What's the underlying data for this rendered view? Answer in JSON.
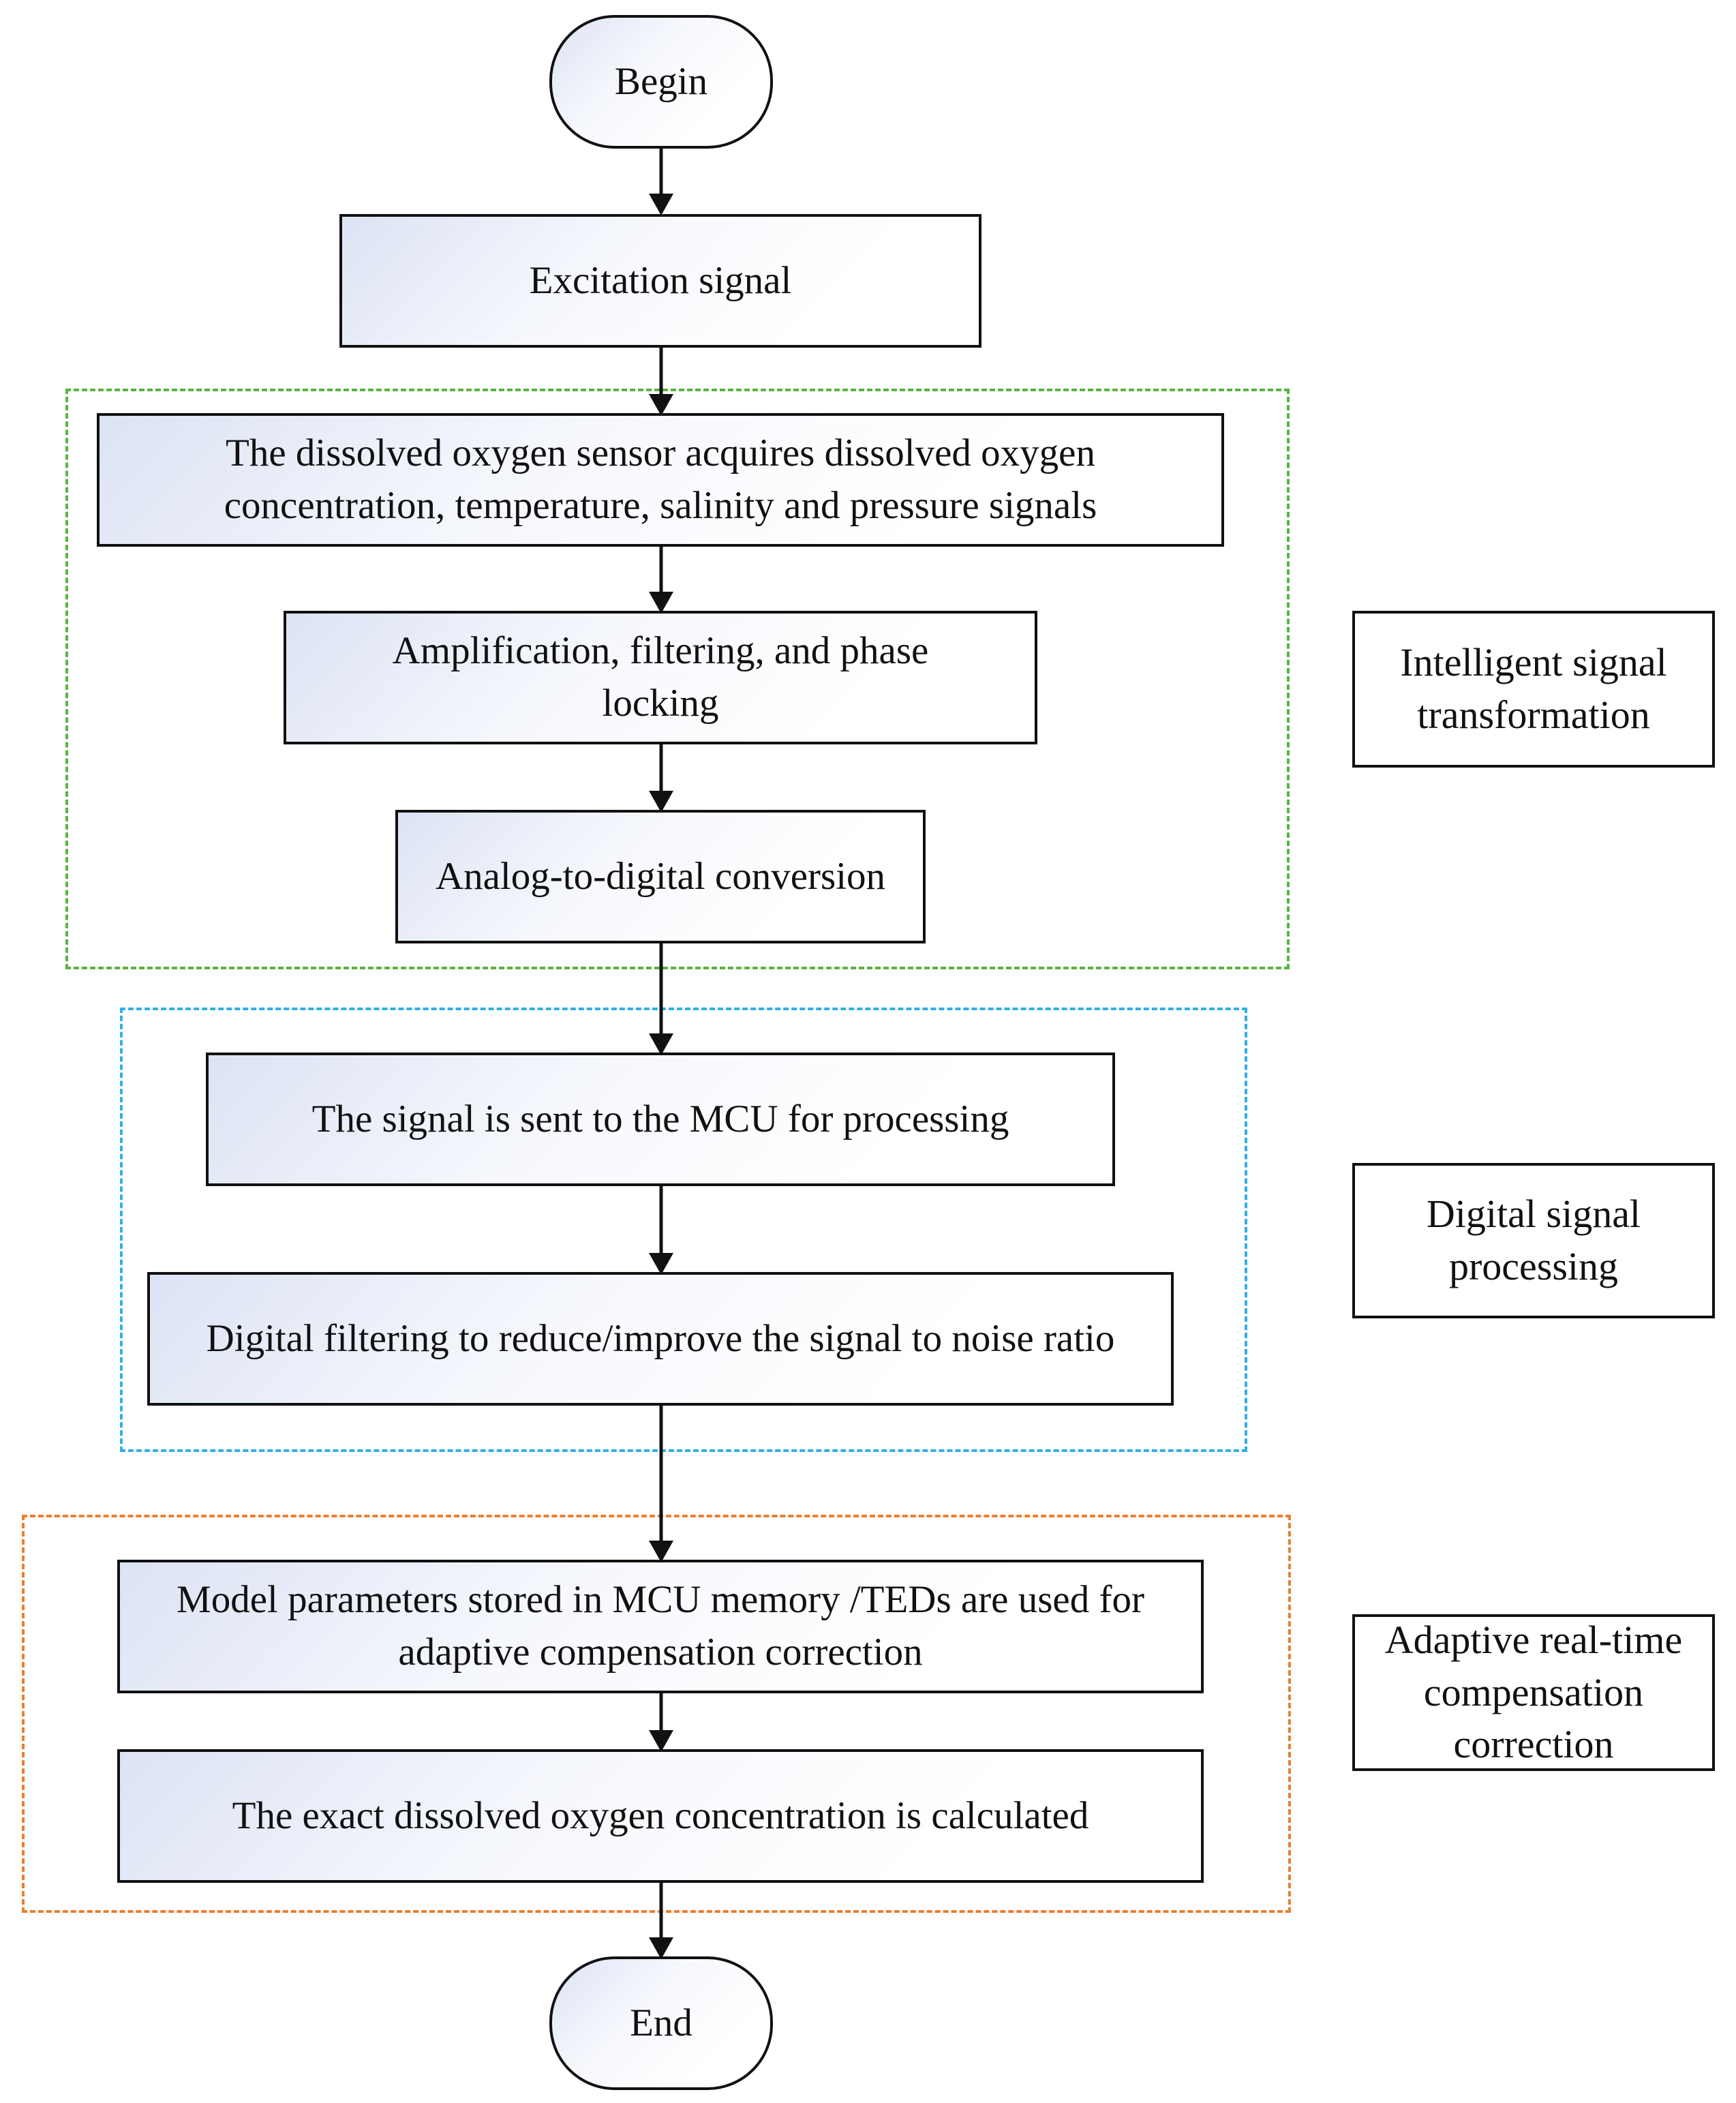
{
  "flowchart": {
    "begin": "Begin",
    "end": "End",
    "steps": {
      "excitation": "Excitation signal",
      "acquire": "The dissolved oxygen sensor acquires dissolved oxygen concentration, temperature, salinity and pressure signals",
      "amplify": "Amplification, filtering, and phase locking",
      "adc": "Analog-to-digital conversion",
      "mcu": "The signal is sent to the MCU for processing",
      "digital_filter": "Digital filtering to reduce/improve the signal to noise ratio",
      "model_params": "Model parameters stored in MCU memory /TEDs are used for adaptive compensation correction",
      "calculate": "The exact dissolved oxygen concentration is calculated"
    },
    "stages": {
      "transformation": "Intelligent signal transformation",
      "digital": "Digital signal processing",
      "adaptive": "Adaptive real-time compensation correction"
    }
  },
  "colors": {
    "transformation_border": "#5ab340",
    "digital_border": "#2fb0e6",
    "adaptive_border": "#ee7f2c",
    "box_gradient_start": "#dce3f3"
  }
}
